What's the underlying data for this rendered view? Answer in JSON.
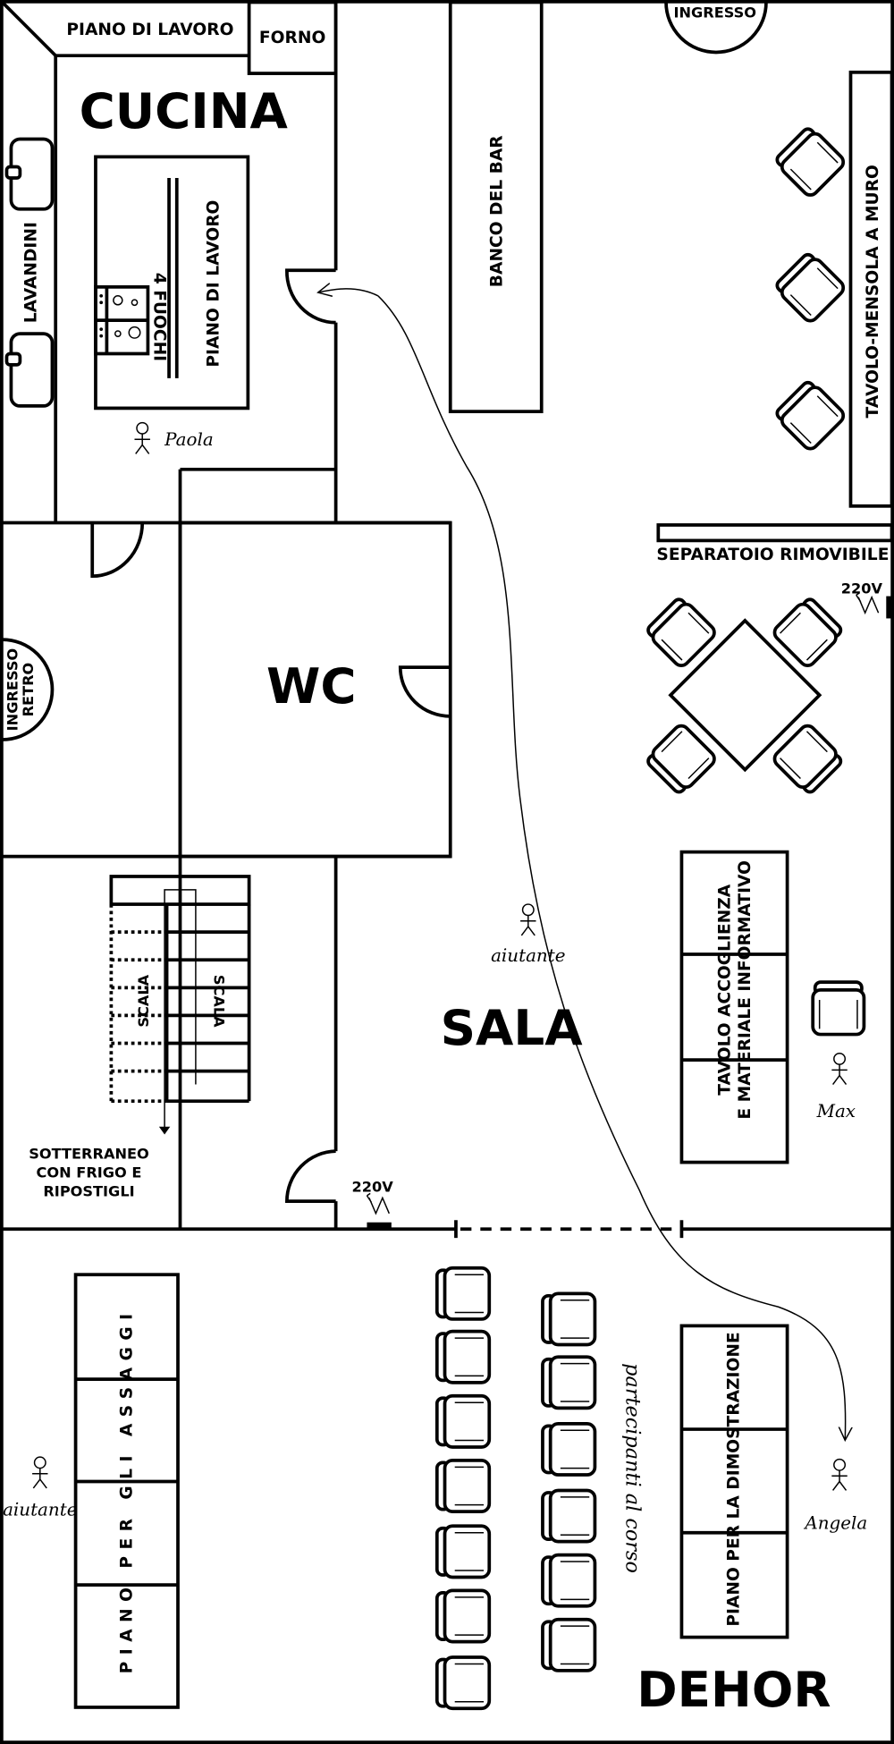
{
  "kitchen": {
    "title": "CUCINA",
    "top_counter": "PIANO DI LAVORO",
    "oven": "FORNO",
    "sinks": "LAVANDINI",
    "island": "PIANO DI LAVORO",
    "stove": "4 FUOCHI",
    "person": "Paola"
  },
  "bar": {
    "label": "BANCO DEL BAR"
  },
  "entrance": {
    "label": "INGRESSO"
  },
  "wall_table": {
    "label": "TAVOLO-MENSOLA A MURO"
  },
  "divider": {
    "label": "SEPARATOIO RIMOVIBILE"
  },
  "outlets": [
    "220V",
    "220V"
  ],
  "back_entrance": {
    "line1": "INGRESSO",
    "line2": "RETRO"
  },
  "wc": {
    "label": "WC"
  },
  "stairs": {
    "label_down": "SCALA",
    "label_up": "SCALA"
  },
  "basement": {
    "line1": "SOTTERRANEO",
    "line2": "CON FRIGO E",
    "line3": "RIPOSTIGLI"
  },
  "sala": {
    "title": "SALA",
    "helper": "aiutante",
    "welcome_table": {
      "line1": "TAVOLO ACCOGLIENZA",
      "line2": "E MATERIALE INFORMATIVO"
    },
    "person": "Max"
  },
  "dehor": {
    "title": "DEHOR",
    "tasting_table": "PIANO PER GLI ASSAGGI",
    "helper": "aiutante",
    "participants": "partecipanti al corso",
    "demo_table": "PIANO PER LA DIMOSTRAZIONE",
    "person": "Angela"
  }
}
